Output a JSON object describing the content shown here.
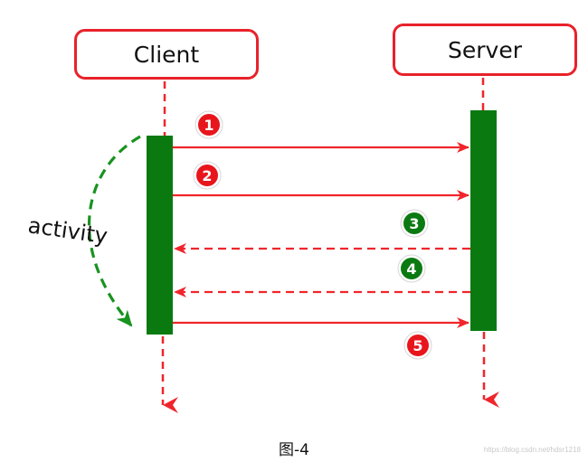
{
  "actors": {
    "client": "Client",
    "server": "Server"
  },
  "activity_label": "activity",
  "steps": [
    "1",
    "2",
    "3",
    "4",
    "5"
  ],
  "caption": "图-4",
  "watermark": "https://blog.csdn.net/hdsr1218",
  "colors": {
    "red": "#f0252b",
    "green": "#0a7a10",
    "activity_green": "#18931f"
  }
}
